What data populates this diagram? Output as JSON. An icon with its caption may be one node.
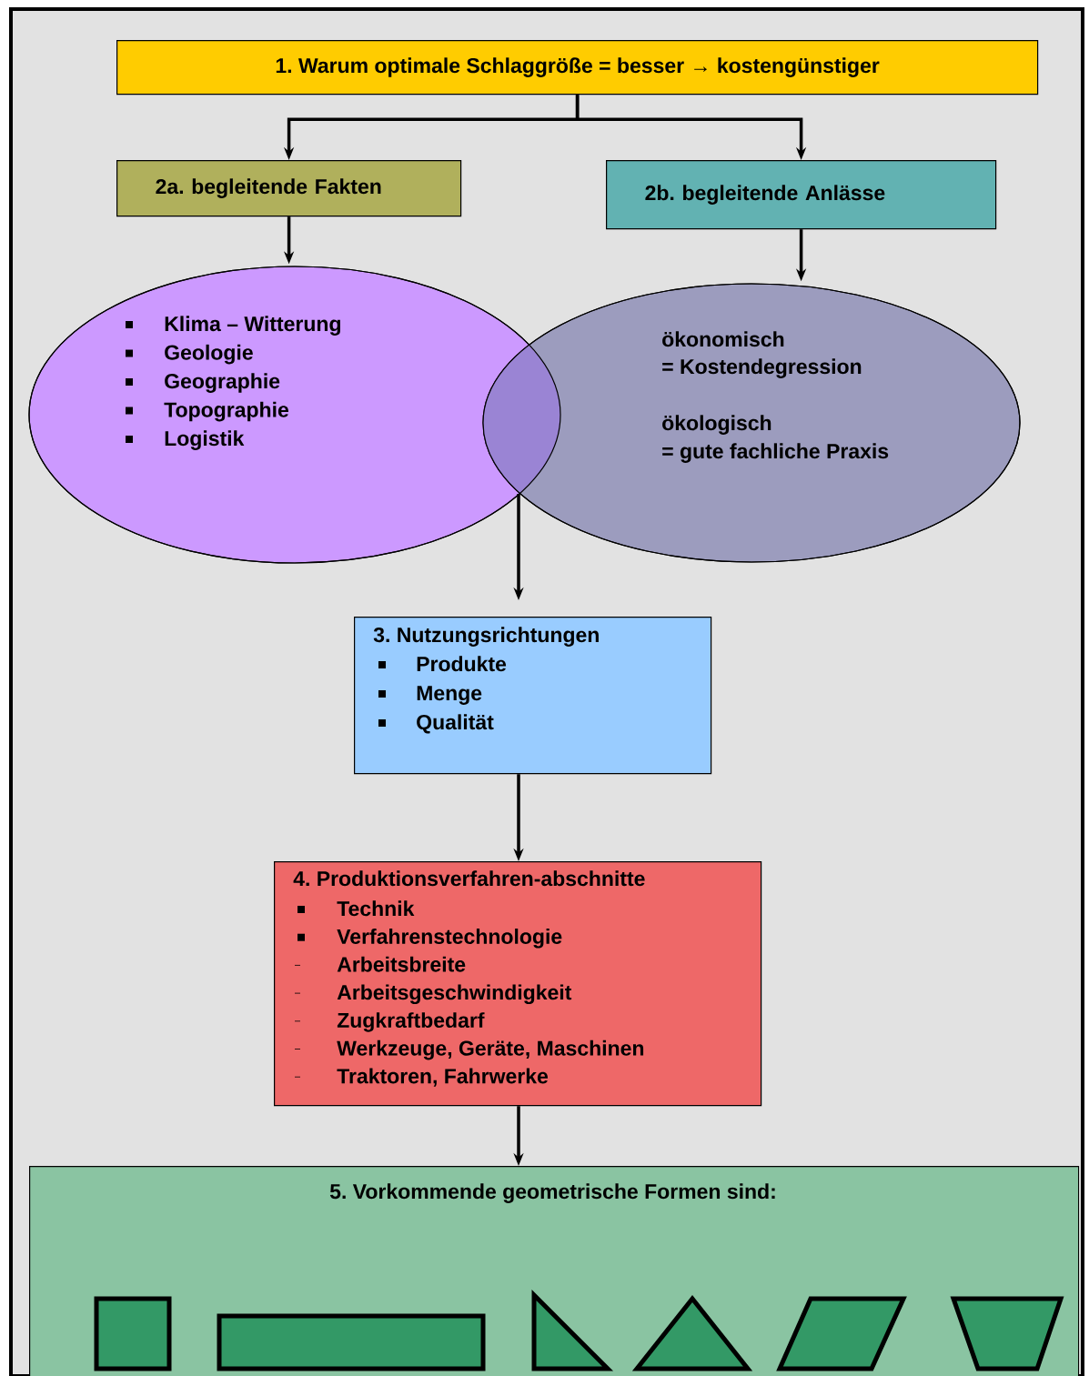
{
  "diagram": {
    "nodes": [
      {
        "text": [
          "1. Warum optimale Schlaggröße = besser → kostengünstiger"
        ]
      },
      {
        "text": [
          "2a. begleitende Fakten"
        ]
      },
      {
        "text": [
          "2b. begleitende Anlässe"
        ]
      },
      {
        "text": [
          "Klima – Witterung",
          "Geologie",
          "Geographie",
          "Topographie",
          "Logistik"
        ]
      },
      {
        "text": [
          "ökonomisch",
          "= Kostendegression",
          "ökologisch",
          "= gute fachliche Praxis"
        ]
      },
      {
        "text": [
          "3. Nutzungsrichtungen",
          "Produkte",
          "Menge",
          "Qualität"
        ]
      },
      {
        "text": [
          "4. Produktionsverfahren-abschnitte",
          "Technik",
          "Verfahrenstechnologie",
          "Arbeitsbreite",
          "Arbeitsgeschwindigkeit",
          "Zugkraftbedarf",
          "Werkzeuge, Geräte, Maschinen",
          "Traktoren, Fahrwerke"
        ]
      },
      {
        "text": [
          "5. Vorkommende geometrische Formen sind:"
        ]
      }
    ],
    "edges": [
      {
        "from": 0,
        "to": 1,
        "arrow": "to"
      },
      {
        "from": 0,
        "to": 2,
        "arrow": "to"
      },
      {
        "from": 1,
        "to": 3,
        "arrow": "to"
      },
      {
        "from": 2,
        "to": 4,
        "arrow": "to"
      },
      {
        "from": 3,
        "to": 5,
        "arrow": "to"
      },
      {
        "from": 4,
        "to": 5,
        "arrow": "to"
      },
      {
        "from": 5,
        "to": 6,
        "arrow": "to"
      },
      {
        "from": 6,
        "to": 7,
        "arrow": "to"
      }
    ]
  }
}
